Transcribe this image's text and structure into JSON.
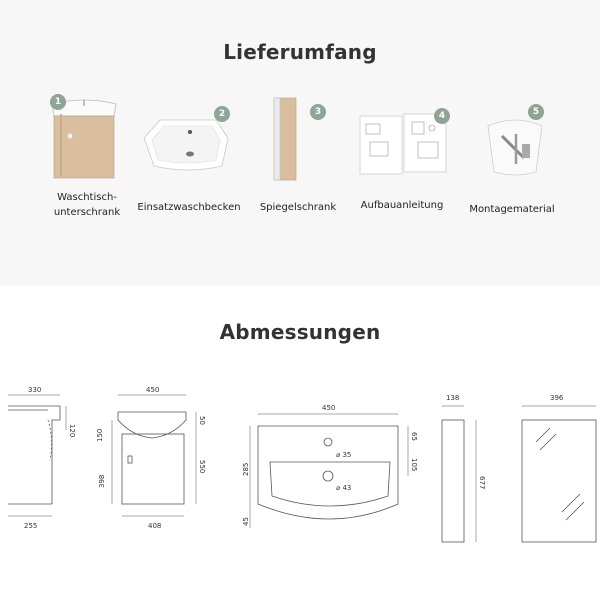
{
  "sections": {
    "delivery_title": "Lieferumfang",
    "dimensions_title": "Abmessungen"
  },
  "items": [
    {
      "num": "1",
      "label_line1": "Waschtisch-",
      "label_line2": "unterschrank"
    },
    {
      "num": "2",
      "label_line1": "Einsatzwaschbecken"
    },
    {
      "num": "3",
      "label_line1": "Spiegelschrank"
    },
    {
      "num": "4",
      "label_line1": "Aufbauanleitung"
    },
    {
      "num": "5",
      "label_line1": "Montagematerial"
    }
  ],
  "colors": {
    "badge": "#8ea595",
    "wood": "#d9bfa0",
    "line": "#555555"
  },
  "dimensions": {
    "side_view": {
      "depth_top": "330",
      "basin_h": "120",
      "base_depth": "255"
    },
    "front_view": {
      "width_top": "450",
      "top_h": "50",
      "basin_h": "150",
      "cab_h": "398",
      "total_h": "550",
      "base_w": "408"
    },
    "basin_plan": {
      "width": "450",
      "depth": "285",
      "front_offset": "45",
      "tap_offset": "65",
      "drain_offset": "105",
      "tap_dia": "⌀ 35",
      "drain_dia": "⌀ 43"
    },
    "mirror_side": {
      "depth": "138",
      "height": "677"
    },
    "mirror_front": {
      "width": "396"
    }
  }
}
